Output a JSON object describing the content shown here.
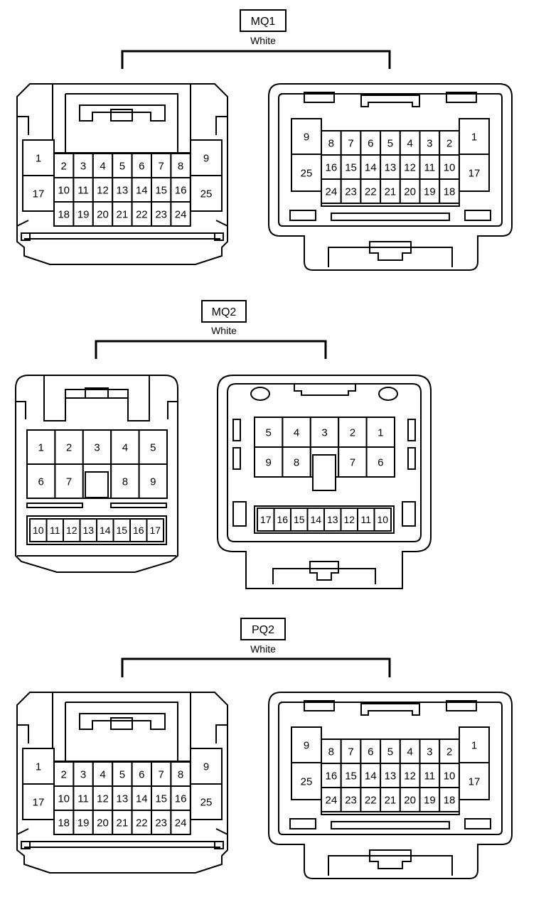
{
  "groups": [
    {
      "id": "MQ1",
      "name": "MQ1",
      "color": "White",
      "left": {
        "side": [
          "1",
          "17",
          "9",
          "25"
        ],
        "top": [
          "2",
          "3",
          "4",
          "5",
          "6",
          "7",
          "8"
        ],
        "mid": [
          "10",
          "11",
          "12",
          "13",
          "14",
          "15",
          "16"
        ],
        "bot": [
          "18",
          "19",
          "20",
          "21",
          "22",
          "23",
          "24"
        ]
      },
      "right": {
        "side": [
          "9",
          "25",
          "1",
          "17"
        ],
        "top": [
          "8",
          "7",
          "6",
          "5",
          "4",
          "3",
          "2"
        ],
        "mid": [
          "16",
          "15",
          "14",
          "13",
          "12",
          "11",
          "10"
        ],
        "bot": [
          "24",
          "23",
          "22",
          "21",
          "20",
          "19",
          "18"
        ]
      }
    },
    {
      "id": "MQ2",
      "name": "MQ2",
      "color": "White",
      "left": {
        "row1": [
          "1",
          "2",
          "3",
          "4",
          "5"
        ],
        "row2": [
          "6",
          "7",
          "8",
          "9"
        ],
        "row3": [
          "10",
          "11",
          "12",
          "13",
          "14",
          "15",
          "16",
          "17"
        ]
      },
      "right": {
        "row1": [
          "5",
          "4",
          "3",
          "2",
          "1"
        ],
        "row2": [
          "9",
          "8",
          "7",
          "6"
        ],
        "row3": [
          "17",
          "16",
          "15",
          "14",
          "13",
          "12",
          "11",
          "10"
        ]
      }
    },
    {
      "id": "PQ2",
      "name": "PQ2",
      "color": "White",
      "left": {
        "side": [
          "1",
          "17",
          "9",
          "25"
        ],
        "top": [
          "2",
          "3",
          "4",
          "5",
          "6",
          "7",
          "8"
        ],
        "mid": [
          "10",
          "11",
          "12",
          "13",
          "14",
          "15",
          "16"
        ],
        "bot": [
          "18",
          "19",
          "20",
          "21",
          "22",
          "23",
          "24"
        ]
      },
      "right": {
        "side": [
          "9",
          "25",
          "1",
          "17"
        ],
        "top": [
          "8",
          "7",
          "6",
          "5",
          "4",
          "3",
          "2"
        ],
        "mid": [
          "16",
          "15",
          "14",
          "13",
          "12",
          "11",
          "10"
        ],
        "bot": [
          "24",
          "23",
          "22",
          "21",
          "20",
          "19",
          "18"
        ]
      }
    }
  ]
}
